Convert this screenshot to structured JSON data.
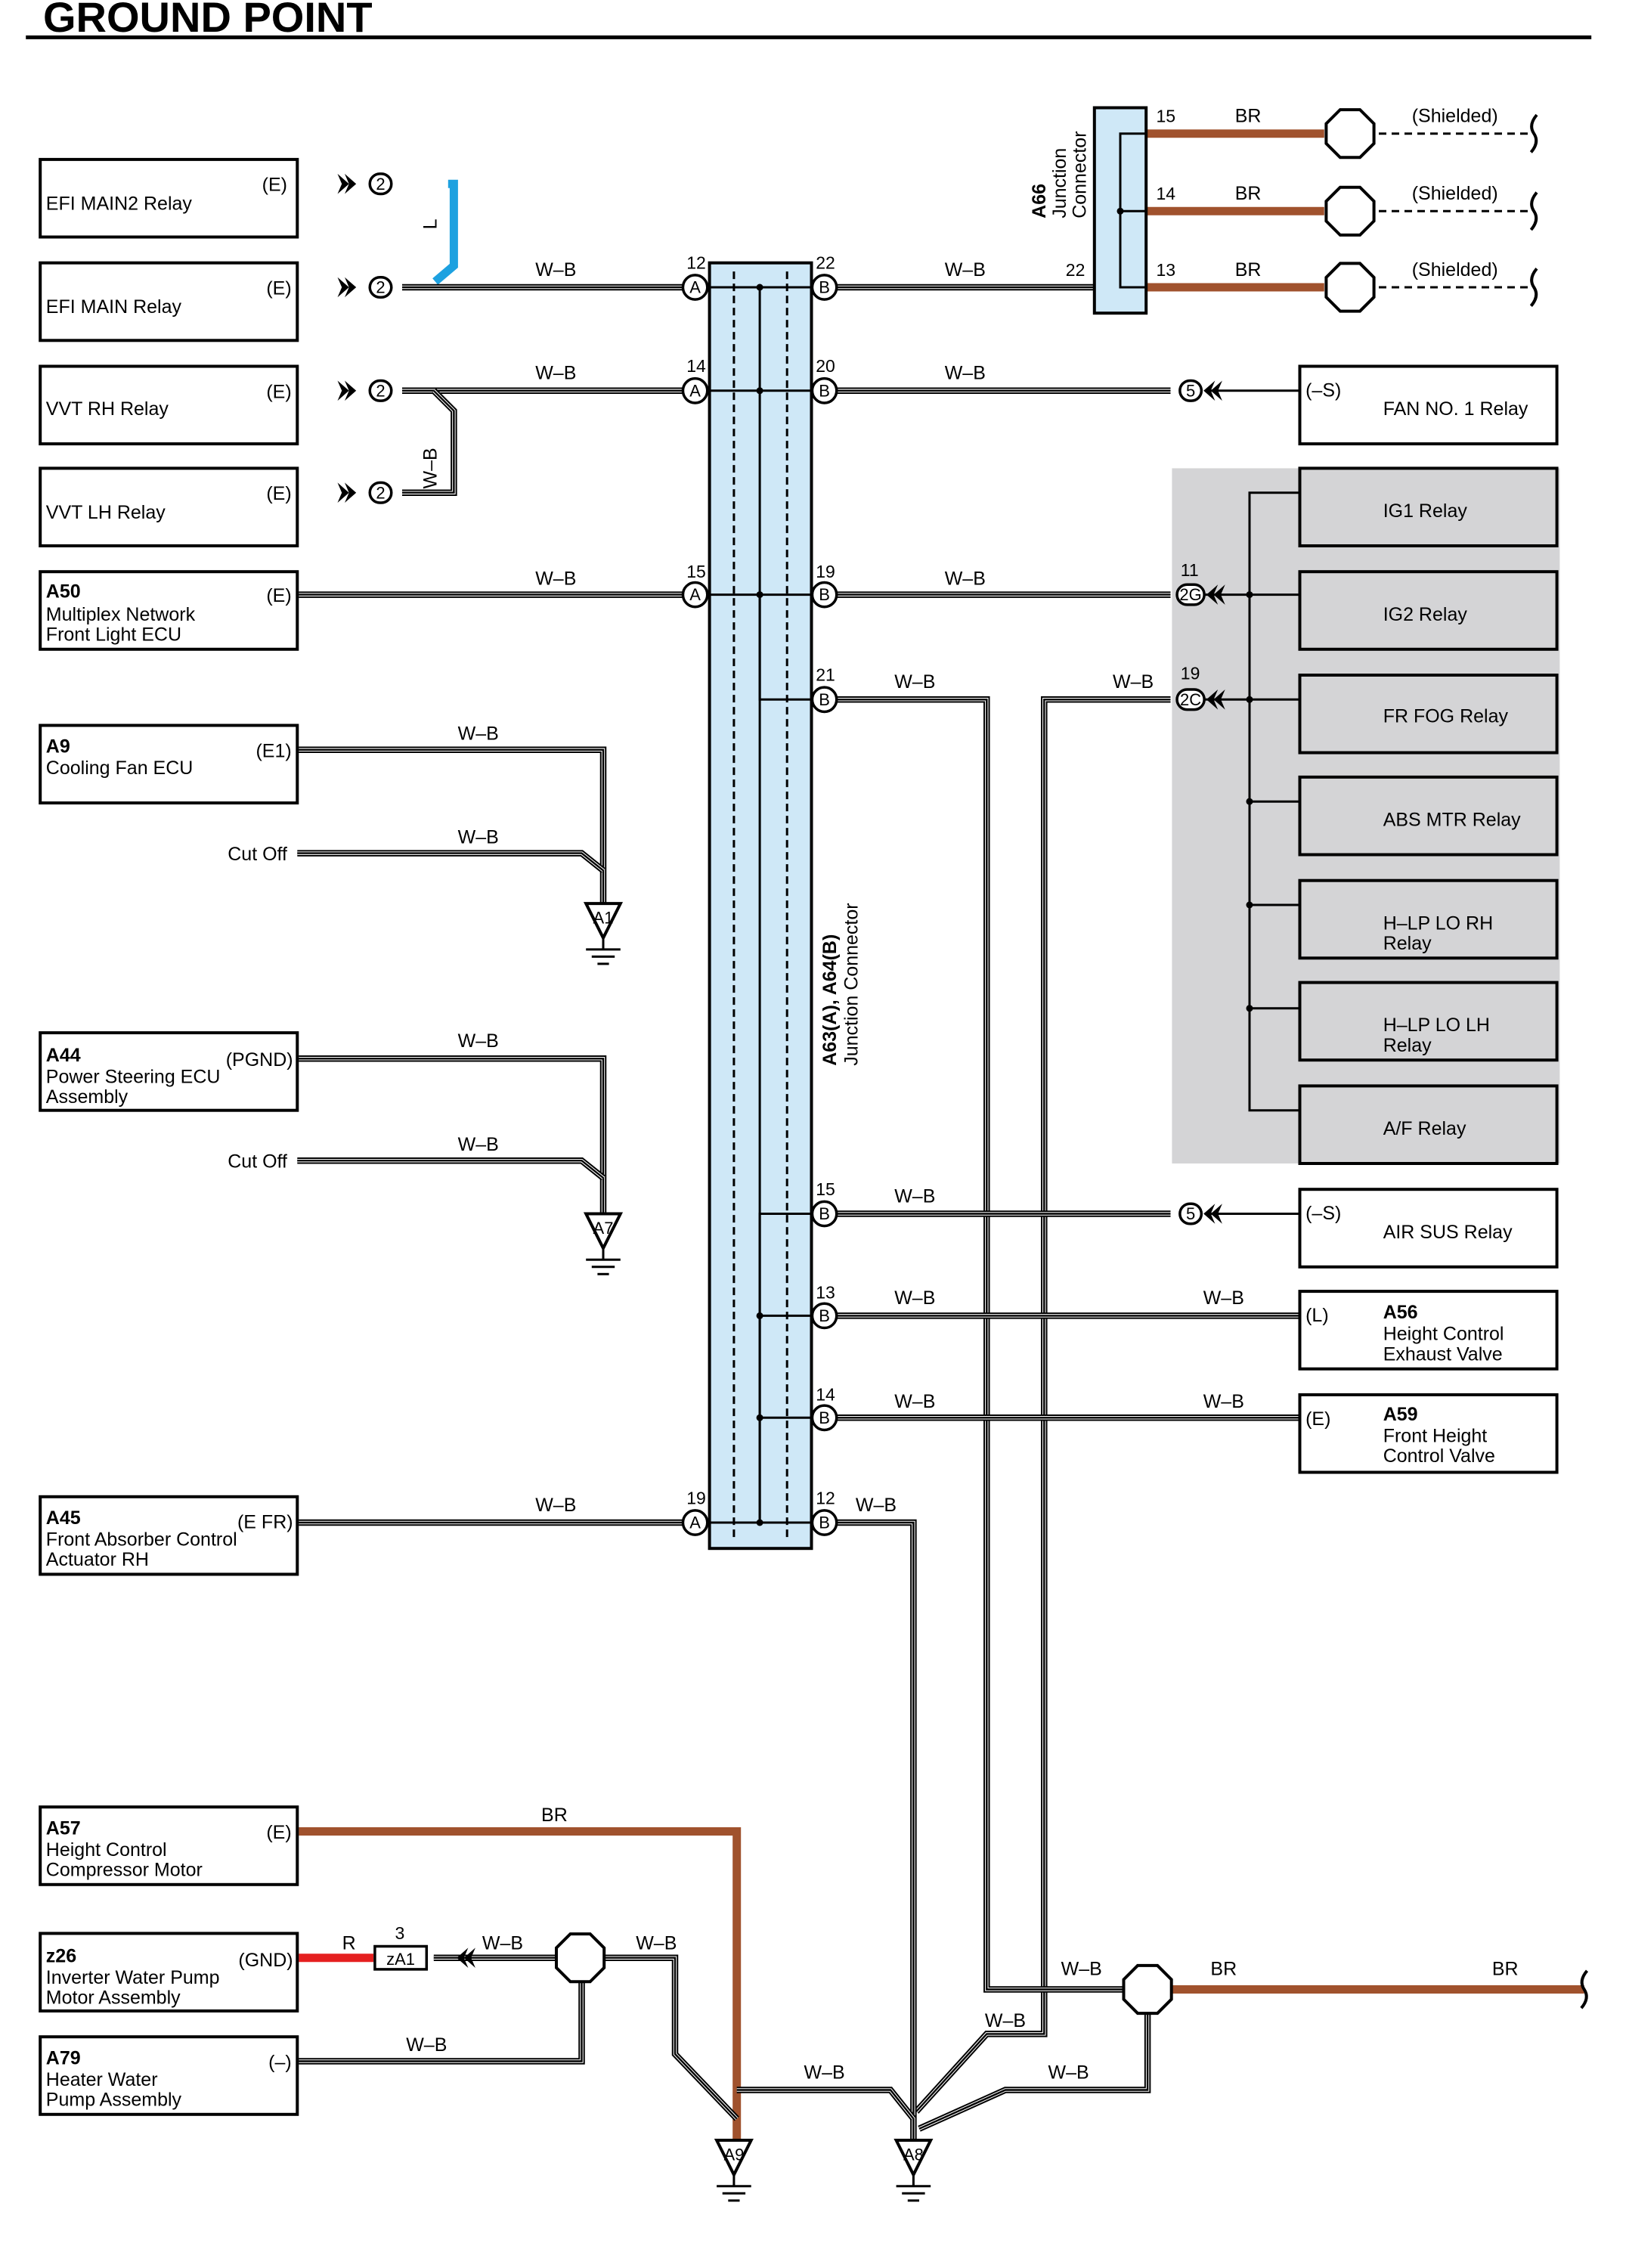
{
  "title": "GROUND POINT",
  "colors": {
    "wire_wb": "#000000",
    "wire_br": "#a0522d",
    "wire_l": "#1da1e0",
    "wire_r": "#e52020",
    "junction_fill": "#cfe8f7",
    "relay_panel": "#d4d4d6"
  },
  "components": {
    "efi_main2": {
      "name": "EFI MAIN2 Relay",
      "term": "(E)"
    },
    "efi_main": {
      "name": "EFI MAIN Relay",
      "term": "(E)"
    },
    "vvt_rh": {
      "name": "VVT RH Relay",
      "term": "(E)"
    },
    "vvt_lh": {
      "name": "VVT LH Relay",
      "term": "(E)"
    },
    "a50": {
      "code": "A50",
      "l1": "Multiplex Network",
      "l2": "Front Light ECU",
      "term": "(E)"
    },
    "a9": {
      "code": "A9",
      "l1": "Cooling Fan ECU",
      "term": "(E1)"
    },
    "a44": {
      "code": "A44",
      "l1": "Power Steering ECU",
      "l2": "Assembly",
      "term": "(PGND)"
    },
    "a45": {
      "code": "A45",
      "l1": "Front Absorber Control",
      "l2": "Actuator RH",
      "term": "(E FR)"
    },
    "a57": {
      "code": "A57",
      "l1": "Height Control",
      "l2": "Compressor Motor",
      "term": "(E)"
    },
    "z26": {
      "code": "z26",
      "l1": "Inverter Water Pump",
      "l2": "Motor Assembly",
      "term": "(GND)"
    },
    "a79": {
      "code": "A79",
      "l1": "Heater Water",
      "l2": "Pump Assembly",
      "term": "(–)"
    },
    "fan1": {
      "name": "FAN NO. 1 Relay",
      "term": "(–S)"
    },
    "ig1": {
      "name": "IG1 Relay"
    },
    "ig2": {
      "name": "IG2 Relay"
    },
    "frfog": {
      "name": "FR FOG Relay"
    },
    "absmtr": {
      "name": "ABS MTR Relay"
    },
    "hlprh": {
      "l1": "H–LP LO RH",
      "l2": "Relay"
    },
    "hlplh": {
      "l1": "H–LP LO LH",
      "l2": "Relay"
    },
    "af": {
      "name": "A/F Relay"
    },
    "airsus": {
      "name": "AIR SUS Relay",
      "term": "(–S)"
    },
    "a56": {
      "code": "A56",
      "l1": "Height Control",
      "l2": "Exhaust Valve",
      "term": "(L)"
    },
    "a59": {
      "code": "A59",
      "l1": "Front Height",
      "l2": "Control Valve",
      "term": "(E)"
    }
  },
  "junctions": {
    "a63": {
      "l1": "A63(A), A64(B)",
      "l2": "Junction Connector"
    },
    "a66": {
      "l1": "A66",
      "l2": "Junction",
      "l3": "Connector"
    }
  },
  "labels": {
    "cut_off": "Cut Off",
    "shielded": "(Shielded)",
    "wb": "W–B",
    "br": "BR",
    "l": "L",
    "r": "R"
  },
  "connectors": {
    "c2": "2",
    "c5": "5",
    "c2g": "2G",
    "c2c": "2C",
    "za1": "zA1",
    "a": "A",
    "b": "B"
  },
  "pins": {
    "p3": "3",
    "p11": "11",
    "p12": "12",
    "p13": "13",
    "p14": "14",
    "p15": "15",
    "p19": "19",
    "p20": "20",
    "p21": "21",
    "p22": "22"
  },
  "grounds": {
    "a1": "A1",
    "a7": "A7",
    "a8": "A8",
    "a9": "A9"
  }
}
